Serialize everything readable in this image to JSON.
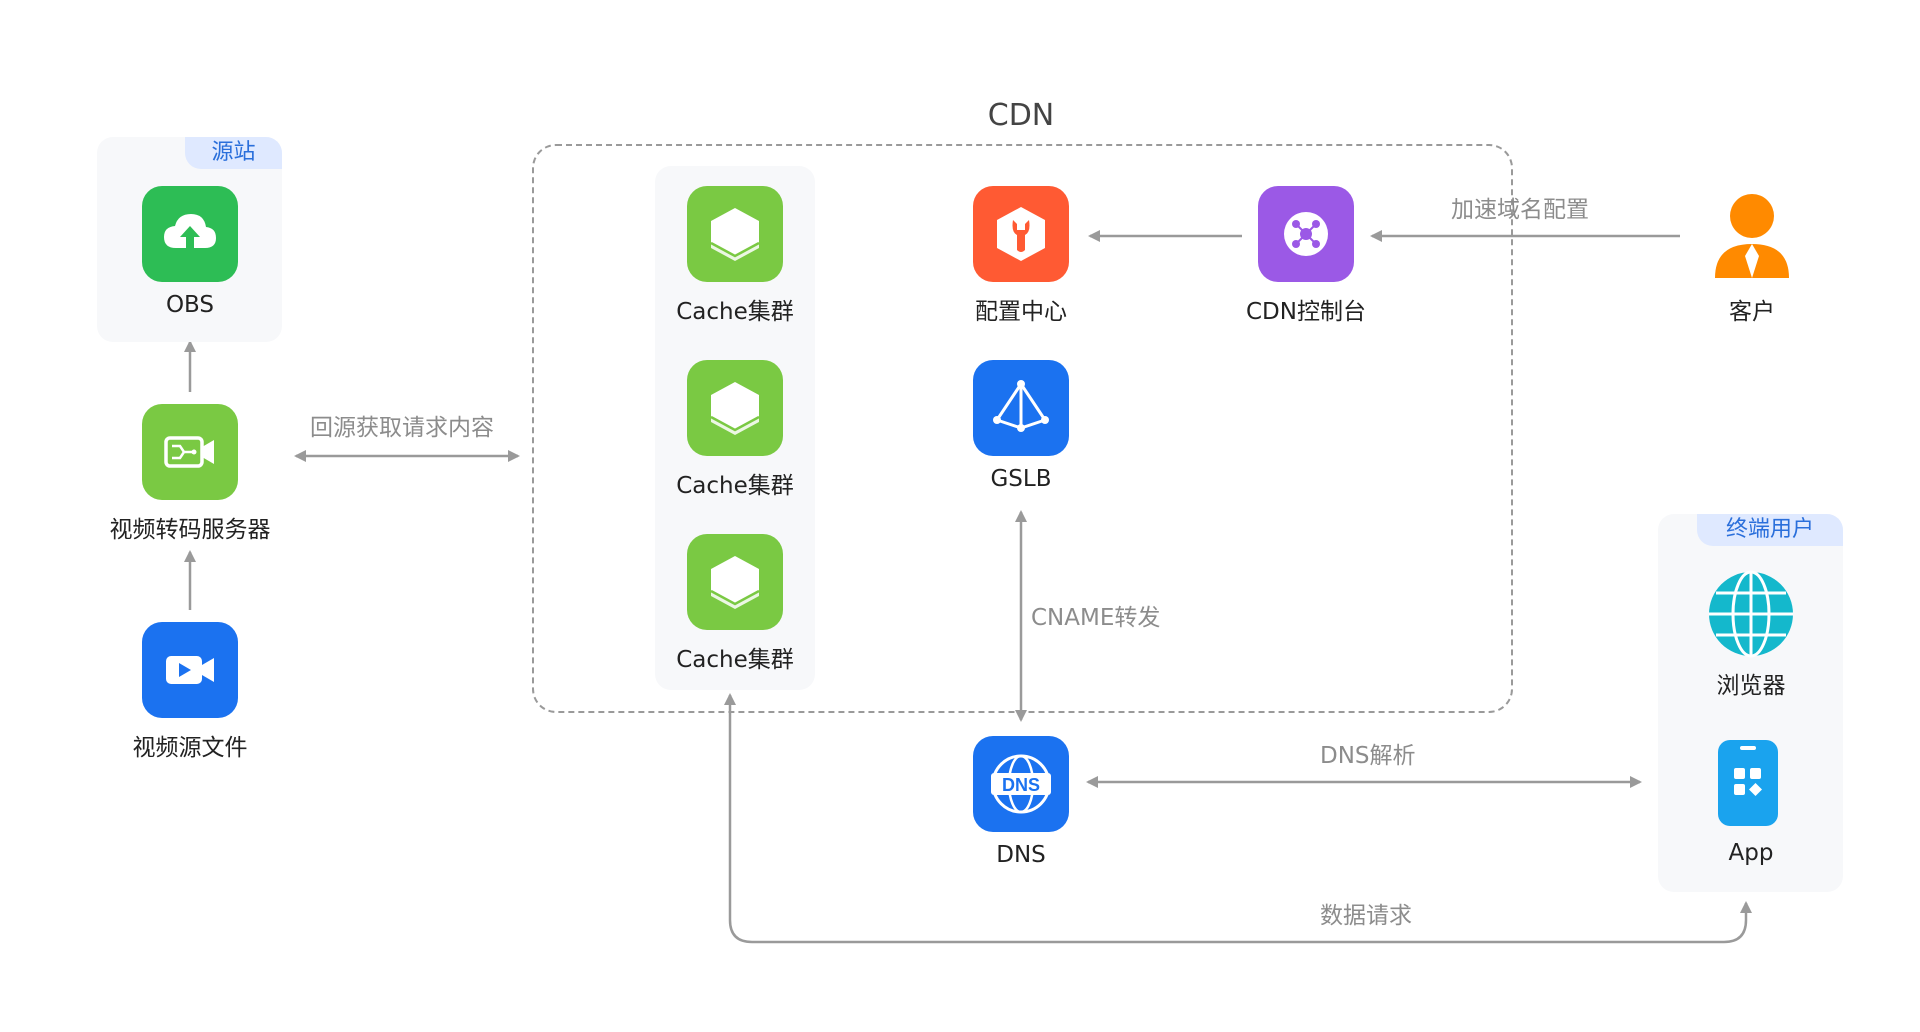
{
  "panels": {
    "origin_tag": "源站",
    "endusers_tag": "终端用户"
  },
  "cdn": {
    "title": "CDN"
  },
  "nodes": {
    "obs": "OBS",
    "transcode": "视频转码服务器",
    "source_file": "视频源文件",
    "cache1": "Cache集群",
    "cache2": "Cache集群",
    "cache3": "Cache集群",
    "config_center": "配置中心",
    "gslb": "GSLB",
    "cdn_console": "CDN控制台",
    "customer": "客户",
    "dns": "DNS",
    "browser": "浏览器",
    "app": "App"
  },
  "edges": {
    "origin_fetch": "回源获取请求内容",
    "accel_domain": "加速域名配置",
    "cname": "CNAME转发",
    "dns_resolve": "DNS解析",
    "data_request": "数据请求"
  },
  "colors": {
    "green": "#2dbd55",
    "lime": "#7ac943",
    "blue": "#1b72f0",
    "red_orange": "#ff5a33",
    "purple": "#9b59e6",
    "orange_person": "#ff8a00",
    "cyan": "#14b8cc",
    "app_blue": "#1aa3ee",
    "line": "#9a9a9a"
  },
  "icons": {
    "obs": "cloud-upload-icon",
    "transcode": "video-transcode-icon",
    "source_file": "video-camera-icon",
    "cache": "cube-icon",
    "config_center": "wrench-icon",
    "gslb": "pyramid-network-icon",
    "cdn_console": "hub-nodes-icon",
    "customer": "person-icon",
    "dns": "dns-globe-icon",
    "browser": "globe-icon",
    "app": "phone-app-icon"
  }
}
